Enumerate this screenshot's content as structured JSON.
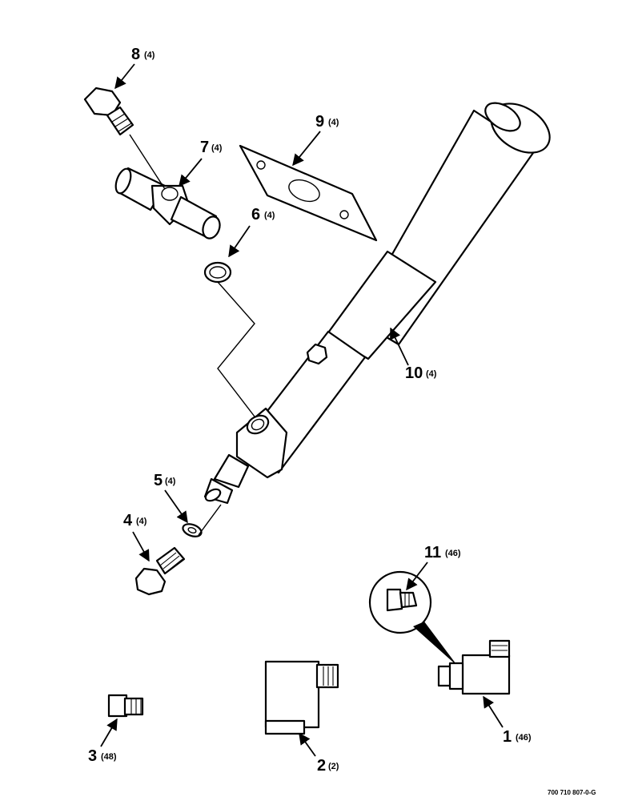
{
  "diagram": {
    "callouts": [
      {
        "id": "1",
        "number": "1",
        "qty": "(46)"
      },
      {
        "id": "2",
        "number": "2",
        "qty": "(2)"
      },
      {
        "id": "3",
        "number": "3",
        "qty": "(48)"
      },
      {
        "id": "4",
        "number": "4",
        "qty": "(4)"
      },
      {
        "id": "5",
        "number": "5",
        "qty": "(4)"
      },
      {
        "id": "6",
        "number": "6",
        "qty": "(4)"
      },
      {
        "id": "7",
        "number": "7",
        "qty": "(4)"
      },
      {
        "id": "8",
        "number": "8",
        "qty": "(4)"
      },
      {
        "id": "9",
        "number": "9",
        "qty": "(4)"
      },
      {
        "id": "10",
        "number": "10",
        "qty": "(4)"
      },
      {
        "id": "11",
        "number": "11",
        "qty": "(46)"
      }
    ],
    "document_code": "700 710 807-0-G",
    "colors": {
      "ink": "#000000",
      "paper": "#ffffff"
    }
  }
}
